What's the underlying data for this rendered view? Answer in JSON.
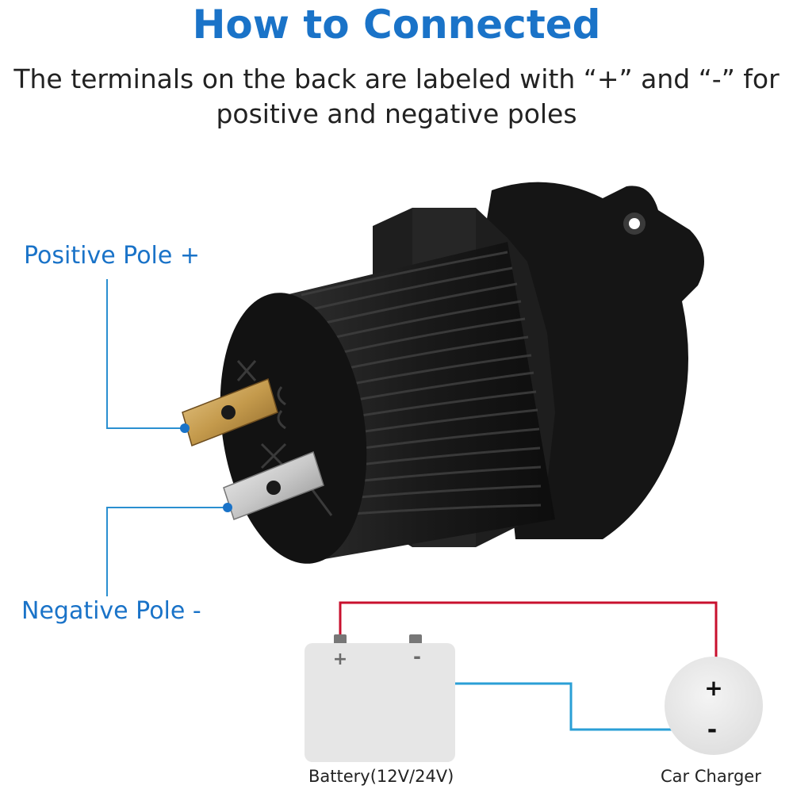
{
  "title": "How to Connected",
  "subtitle": {
    "line1": "The terminals on the back are labeled with “+” and “-” for",
    "line2": "positive and negative poles"
  },
  "labels": {
    "positive": "Positive Pole +",
    "negative": "Negative Pole -"
  },
  "diagram": {
    "battery_label": "Battery(12V/24V)",
    "charger_label": "Car Charger",
    "plus": "+",
    "minus": "-"
  },
  "colors": {
    "accent": "#1a73c8",
    "positive_wire": "#c8102e",
    "negative_wire": "#2a9fd6",
    "battery": "#e6e6e6",
    "socket": "#1c1c1c"
  }
}
